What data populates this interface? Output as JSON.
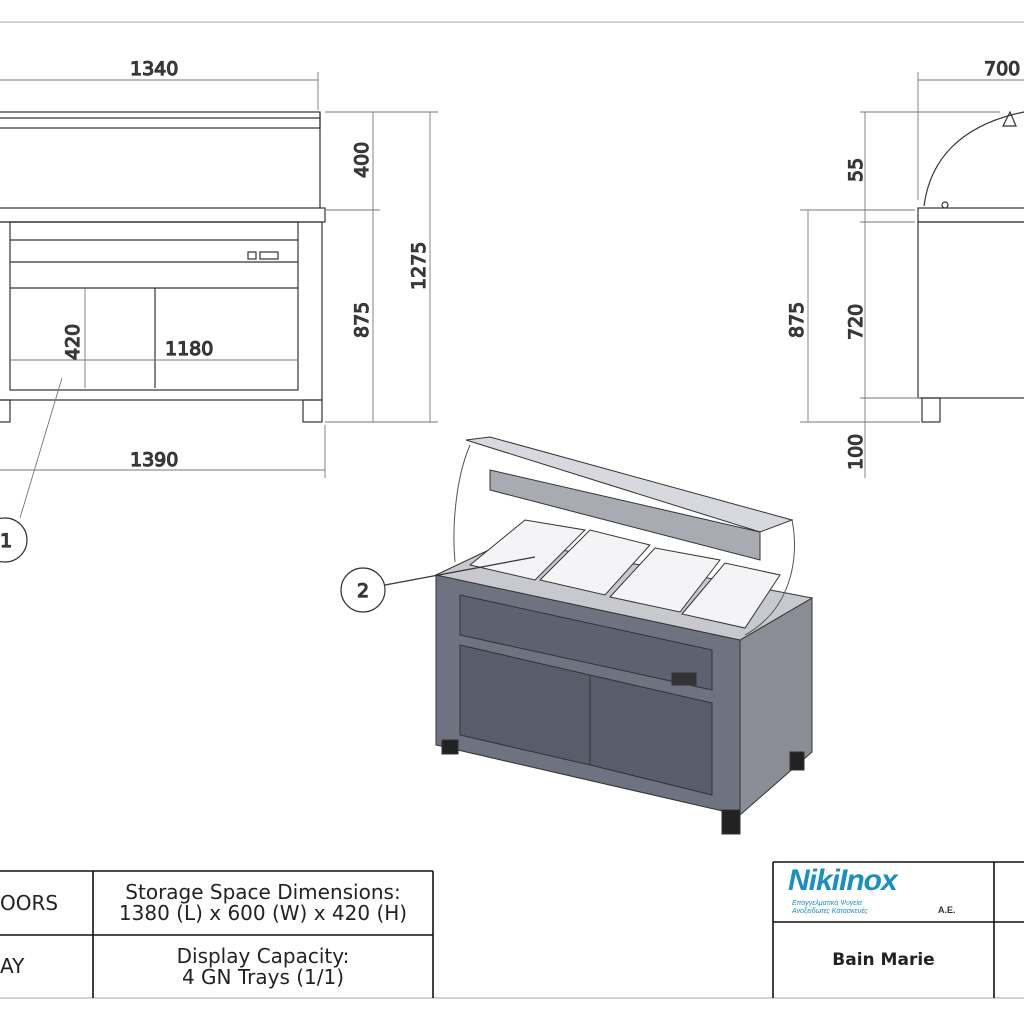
{
  "dimensions": {
    "front_length": "1340",
    "front_base_length": "1390",
    "storage_height": "420",
    "storage_length": "1180",
    "canopy_height": "400",
    "counter_height": "875",
    "total_height": "1275",
    "side_depth": "700",
    "side_glass": "55",
    "side_body": "720",
    "side_counter": "875",
    "side_leg": "100"
  },
  "callouts": {
    "c1": "1",
    "c2": "2"
  },
  "table": {
    "row1_left": "OORS",
    "row1_right_line1": "Storage Space Dimensions:",
    "row1_right_line2": "1380 (L) x 600 (W) x 420 (H)",
    "row2_left": "AY",
    "row2_right_line1": "Display Capacity:",
    "row2_right_line2": "4 GN Trays (1/1)"
  },
  "title_block": {
    "logo_text": "NikiInox",
    "logo_subtitle_1": "Επαγγελματικά Ψυγεία",
    "logo_subtitle_2": "Ανοξείδωτες Κατασκευές",
    "logo_suffix": "A.E.",
    "product_name": "Bain Marie"
  }
}
